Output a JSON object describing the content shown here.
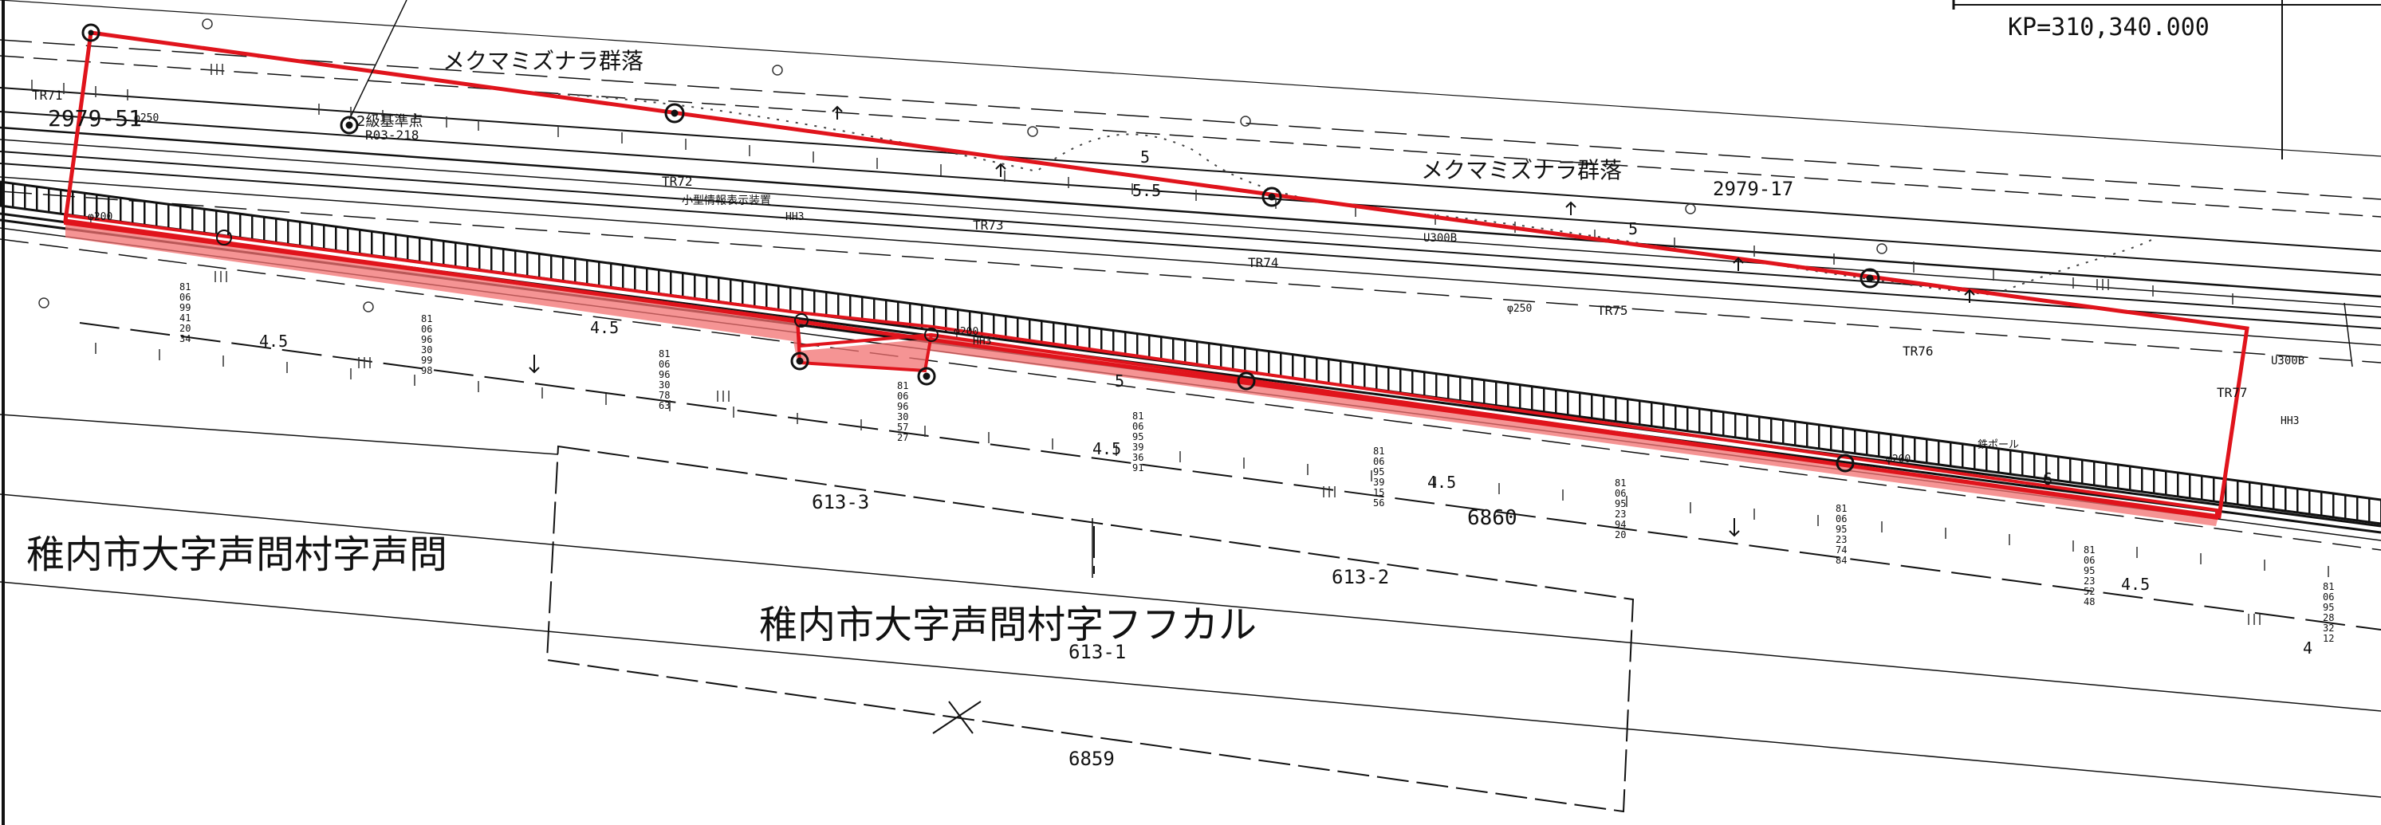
{
  "kp_label": "KP=310,340.000",
  "place_names": {
    "west": "稚内市大字声問村字声問",
    "south": "稚内市大字声問村字フフカル"
  },
  "vegetation": {
    "upper_left": "メクマミズナラ群落",
    "upper_right": "メクマミズナラ群落"
  },
  "benchmark": {
    "label": "2級基準点",
    "code": "R03-218"
  },
  "sign_label": "小型情報表示装置",
  "parcels": {
    "p2979_51": "2979-51",
    "p2979_17": "2979-17",
    "p613_3": "613-3",
    "p613_2": "613-2",
    "p613_1": "613-1",
    "p6860": "6860",
    "p6859": "6859"
  },
  "tr_points": [
    "TR71",
    "TR72",
    "TR73",
    "TR74",
    "TR75",
    "TR76",
    "TR77"
  ],
  "contours": [
    "5",
    "5.5",
    "5",
    "4.5",
    "4.5",
    "5",
    "4.5",
    "4.5",
    "6",
    "4.5",
    "4"
  ],
  "pipes": {
    "u300_a": "U300B",
    "u300_b": "U300B",
    "phi250_a": "φ250",
    "phi250_b": "φ250",
    "phi200_a": "φ200",
    "phi200_b": "φ200",
    "phi200_c": "φ200"
  },
  "small_marks": {
    "hh3_a": "HH3",
    "hh3_b": "HH3",
    "hh_c": "HH3",
    "pole": "鉄ポール"
  },
  "coord_stacks": {
    "s1": "81\n06\n99\n41\n20\n34",
    "s2": "81\n06\n96\n30\n99\n98",
    "s3": "81\n06\n96\n30\n78\n63",
    "s4": "81\n06\n96\n30\n57\n27",
    "s5": "81\n06\n95\n39\n36\n91",
    "s6": "81\n06\n95\n39\n15\n56",
    "s7": "81\n06\n95\n23\n94\n20",
    "s8": "81\n06\n95\n23\n74\n84",
    "s9": "81\n06\n95\n23\n52\n48",
    "s10": "81\n06\n95\n28\n32\n12"
  },
  "colors": {
    "boundary": "#e0141c",
    "fill": "#f27070",
    "ink": "#111111"
  }
}
